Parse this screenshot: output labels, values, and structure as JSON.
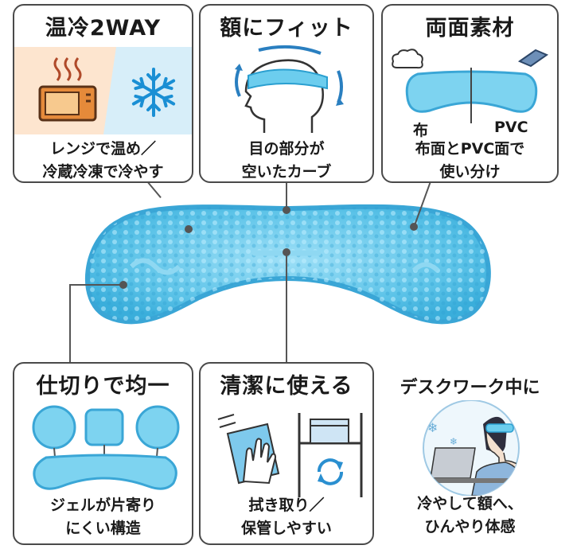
{
  "cards": {
    "two_way": {
      "title": "温冷2WAY",
      "caption_line1": "レンジで温め／",
      "caption_line2": "冷蔵冷凍で冷やす"
    },
    "fit": {
      "title": "額にフィット",
      "caption_line1": "目の部分が",
      "caption_line2": "空いたカーブ"
    },
    "material": {
      "title": "両面素材",
      "label_left": "布",
      "label_right": "PVC",
      "caption_line1": "布面とPVC面で",
      "caption_line2": "使い分け"
    },
    "partition": {
      "title": "仕切りで均一",
      "caption_line1": "ジェルが片寄り",
      "caption_line2": "にくい構造"
    },
    "clean": {
      "title": "清潔に使える",
      "caption_line1": "拭き取り／",
      "caption_line2": "保管しやすい"
    },
    "desk": {
      "title": "デスクワーク中に",
      "caption_line1": "冷やして額へ、",
      "caption_line2": "ひんやり体感"
    }
  },
  "colors": {
    "gel_blue": "#5cc3e8",
    "gel_dark": "#2d9fd0",
    "warm_bg": "#fde5cf",
    "cool_bg": "#d7eef9",
    "border": "#4a4a4a",
    "connector": "#555555"
  },
  "icons": [
    "microwave-icon",
    "snowflake-icon",
    "head-icon",
    "cloth-icon",
    "pvc-sheet-icon",
    "wipe-hand-icon",
    "storage-shelf-icon",
    "refresh-icon",
    "laptop-icon"
  ]
}
